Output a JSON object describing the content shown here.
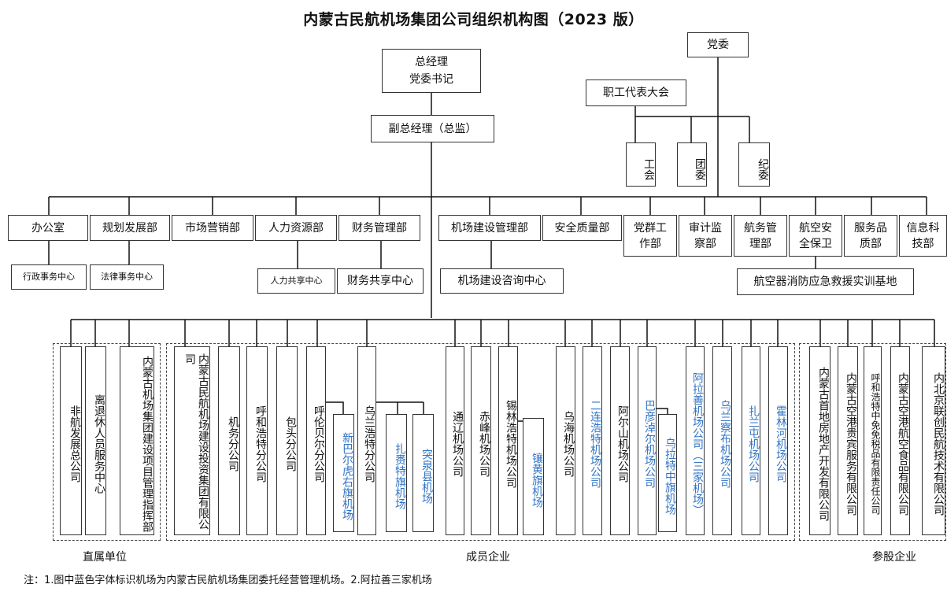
{
  "title": "内蒙古民航机场集团公司组织机构图（2023 版）",
  "leadership": {
    "gm": "总经理\n党委书记",
    "party_committee": "党委",
    "workers_congress": "职工代表大会",
    "deputy_gm": "副总经理（总监）",
    "trade_union": "工会",
    "youth_league": "团委",
    "discipline": "纪委"
  },
  "departments": [
    "办公室",
    "规划发展部",
    "市场营销部",
    "人力资源部",
    "财务管理部",
    "机场建设管理部",
    "安全质量部",
    "党群工作部",
    "审计监察部",
    "航务管理部",
    "航空安全保卫",
    "服务品质部",
    "信息科技部"
  ],
  "sub_units": {
    "admin_center": "行政事务中心",
    "legal_center": "法律事务中心",
    "hr_center": "人力共享中心",
    "finance_center": "财务共享中心",
    "construction_center": "机场建设咨询中心",
    "rescue_base": "航空器消防应急救援实训基地"
  },
  "direct_units": [
    "非航发展总公司",
    "离退休人员服务中心",
    "内蒙古机场集团建设项目管理指挥部"
  ],
  "member_enterprises": {
    "investment": "内蒙古民航机场建设投资集团有限公司",
    "jiwu": "机务分公司",
    "huhehaote": "呼和浩特分公司",
    "baotou": "包头分公司",
    "hulunbeier": "呼伦贝尔分公司",
    "xinbaerhu": "新巴尔虎右旗机场",
    "wulanhaote": "乌兰浩特分公司",
    "zhalaite": "扎赉特旗机场",
    "tuquan": "突泉县机场",
    "tongliao": "通辽机场公司",
    "chifeng": "赤峰机场公司",
    "xilinhaote": "锡林浩特机场公司",
    "xianghuang": "镶黄旗机场",
    "wuhai": "乌海机场公司",
    "erlianhaote": "二连浩特机场公司",
    "aershan": "阿尔山机场公司",
    "bayannaoer": "巴彦淖尔机场公司",
    "wulatezhong": "乌拉特中旗机场",
    "alashan": "阿拉善机场公司（三家机场）",
    "wulanchabu": "乌兰察布机场公司",
    "zhalantun": "扎兰屯机场公司",
    "huolinhe": "霍林河机场公司"
  },
  "equity_units": [
    "内蒙古首地房地产开发有限公司",
    "内蒙古空港贵宾服务有限公司",
    "呼和浩特中免免税品有限责任公司",
    "内蒙古空港航空食品有限公司",
    "内北京联创民航技术有限公司"
  ],
  "group_labels": {
    "direct": "直属单位",
    "member": "成员企业",
    "equity": "参股企业"
  },
  "note": "注：1.图中蓝色字体标识机场为内蒙古民航机场集团委托经营管理机场。2.阿拉善三家机场",
  "colors": {
    "entrusted_airport": "#2f73c4",
    "line": "#111111"
  }
}
